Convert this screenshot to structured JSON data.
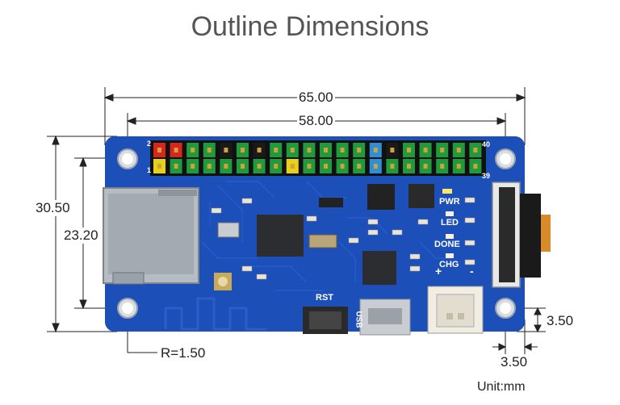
{
  "title": "Outline Dimensions",
  "dimensions": {
    "overall_width": "65.00",
    "hole_spacing_width": "58.00",
    "overall_height": "30.50",
    "hole_spacing_height": "23.20",
    "corner_radius": "R=1.50",
    "hole_offset_y": "3.50",
    "hole_offset_x": "3.50"
  },
  "unit": "Unit:mm",
  "board_labels": {
    "pin_2": "2",
    "pin_1": "1",
    "pin_40": "40",
    "pin_39": "39",
    "pwr": "PWR",
    "led": "LED",
    "done": "DONE",
    "chg": "CHG",
    "rst": "RST",
    "usb": "USB",
    "plus": "+",
    "minus": "-"
  },
  "colors": {
    "board": "#1d4fb8",
    "board_dark": "#173f94",
    "title": "#555555",
    "header_red": "#d8261f",
    "header_yellow": "#e6d21a",
    "header_green": "#1f9a3c",
    "header_black": "#1a1a1a",
    "header_blue": "#2f8fd6"
  }
}
